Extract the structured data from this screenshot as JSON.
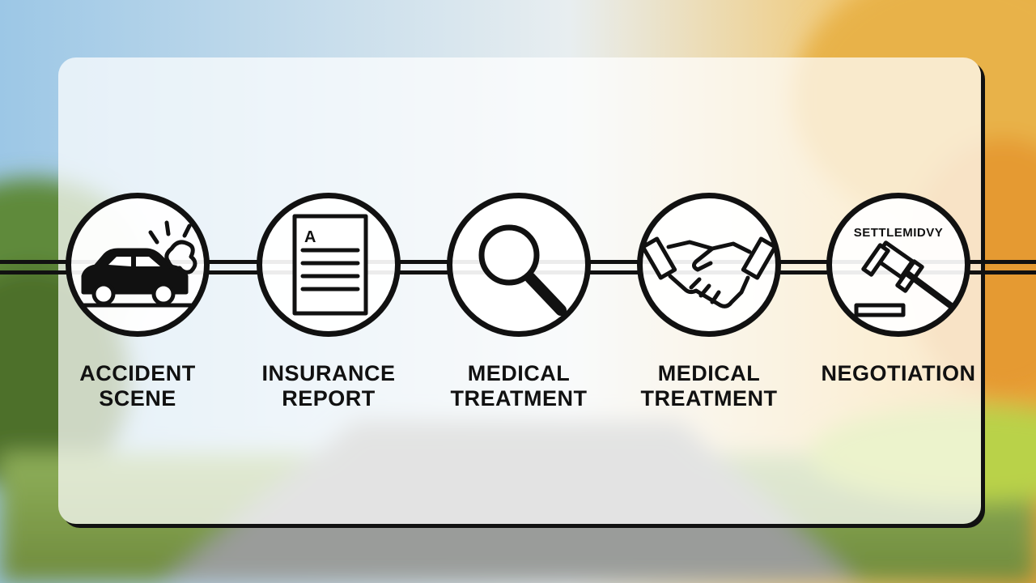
{
  "colors": {
    "ink": "#111111",
    "panel": "rgba(255,255,255,0.72)",
    "sky": "#9ec9e8",
    "foliage": "#f0b84a"
  },
  "steps": [
    {
      "icon": "car-crash-icon",
      "label_lines": [
        "ACCIDENT",
        "SCENE"
      ]
    },
    {
      "icon": "document-icon",
      "label_lines": [
        "INSURANCE",
        "REPORT"
      ],
      "icon_text": "A"
    },
    {
      "icon": "magnifier-icon",
      "label_lines": [
        "MEDICAL",
        "TREATMENT"
      ]
    },
    {
      "icon": "handshake-icon",
      "label_lines": [
        "MEDICAL",
        "TREATMENT"
      ]
    },
    {
      "icon": "gavel-icon",
      "label_lines": [
        "NEGOTIATION"
      ],
      "icon_text": "SETTLEMIDVY"
    }
  ]
}
